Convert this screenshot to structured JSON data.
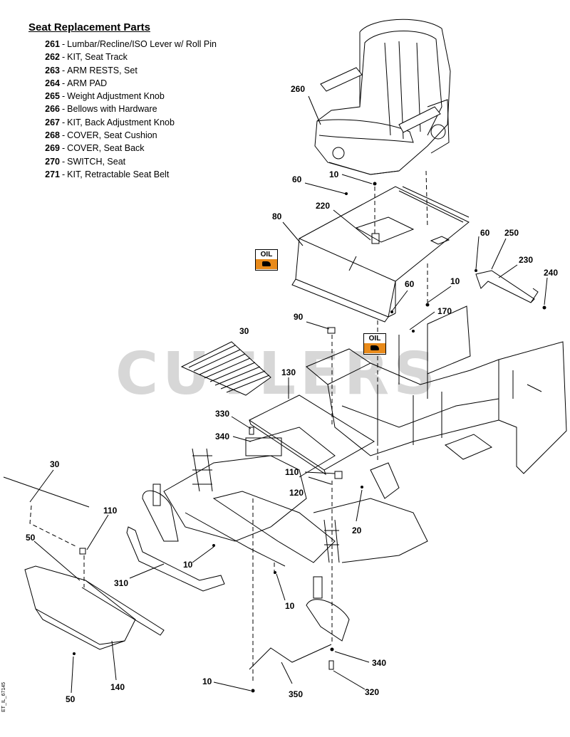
{
  "legend": {
    "title": "Seat Replacement Parts",
    "items": [
      {
        "num": "261",
        "desc": "Lumbar/Recline/ISO Lever w/ Roll Pin"
      },
      {
        "num": "262",
        "desc": "KIT, Seat Track"
      },
      {
        "num": "263",
        "desc": "ARM RESTS, Set"
      },
      {
        "num": "264",
        "desc": "ARM PAD"
      },
      {
        "num": "265",
        "desc": "Weight Adjustment Knob"
      },
      {
        "num": "266",
        "desc": "Bellows with Hardware"
      },
      {
        "num": "267",
        "desc": "KIT, Back Adjustment Knob"
      },
      {
        "num": "268",
        "desc": "COVER, Seat Cushion"
      },
      {
        "num": "269",
        "desc": "COVER, Seat Back"
      },
      {
        "num": "270",
        "desc": "SWITCH, Seat"
      },
      {
        "num": "271",
        "desc": "KIT, Retractable Seat Belt"
      }
    ]
  },
  "watermark": "CUTLERS",
  "oil_label": "OIL",
  "ref_code": "ET_IL_67145",
  "callouts": {
    "c260": "260",
    "c10a": "10",
    "c60a": "60",
    "c80": "80",
    "c220": "220",
    "c60b": "60",
    "c250": "250",
    "c230": "230",
    "c240": "240",
    "c60c": "60",
    "c10b": "10",
    "c170": "170",
    "c90": "90",
    "c30a": "30",
    "c130": "130",
    "c330": "330",
    "c340a": "340",
    "c110a": "110",
    "c120": "120",
    "c20": "20",
    "c30b": "30",
    "c110b": "110",
    "c50a": "50",
    "c310": "310",
    "c10c": "10",
    "c10d": "10",
    "c140": "140",
    "c50b": "50",
    "c340b": "340",
    "c10e": "10",
    "c350": "350",
    "c320": "320"
  },
  "colors": {
    "line": "#000000",
    "oil_badge": "#e88a1a",
    "watermark": "#d7d7d7"
  }
}
